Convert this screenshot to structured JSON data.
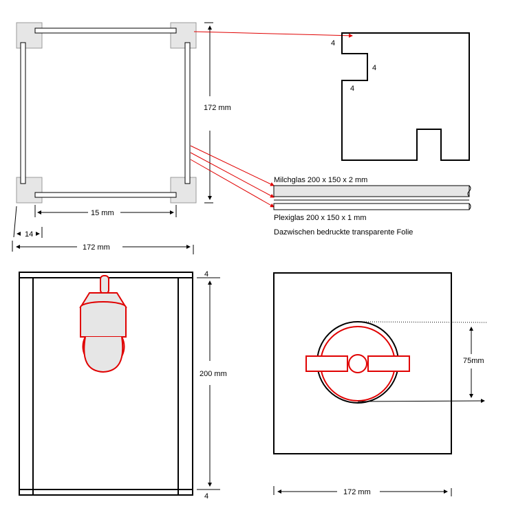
{
  "top_left": {
    "height_label": "172 mm",
    "inner_width_label": "15 mm",
    "corner_label": "14",
    "width_label": "172 mm"
  },
  "corner_detail": {
    "labels": [
      "4",
      "4",
      "4"
    ]
  },
  "glass": {
    "milchglas_label": "Milchglas 200 x 150 x 2  mm",
    "plexiglas_label": "Plexiglas 200 x 150 x 1  mm",
    "foil_label": "Dazwischen bedruckte transparente Folie"
  },
  "front_view": {
    "top_label": "4",
    "height_label": "200 mm",
    "bottom_label": "4"
  },
  "top_view": {
    "radius_label": "75mm",
    "width_label": "172 mm"
  },
  "colors": {
    "line": "#000000",
    "accent": "#e00000",
    "fill_gray": "#e6e6e6"
  }
}
